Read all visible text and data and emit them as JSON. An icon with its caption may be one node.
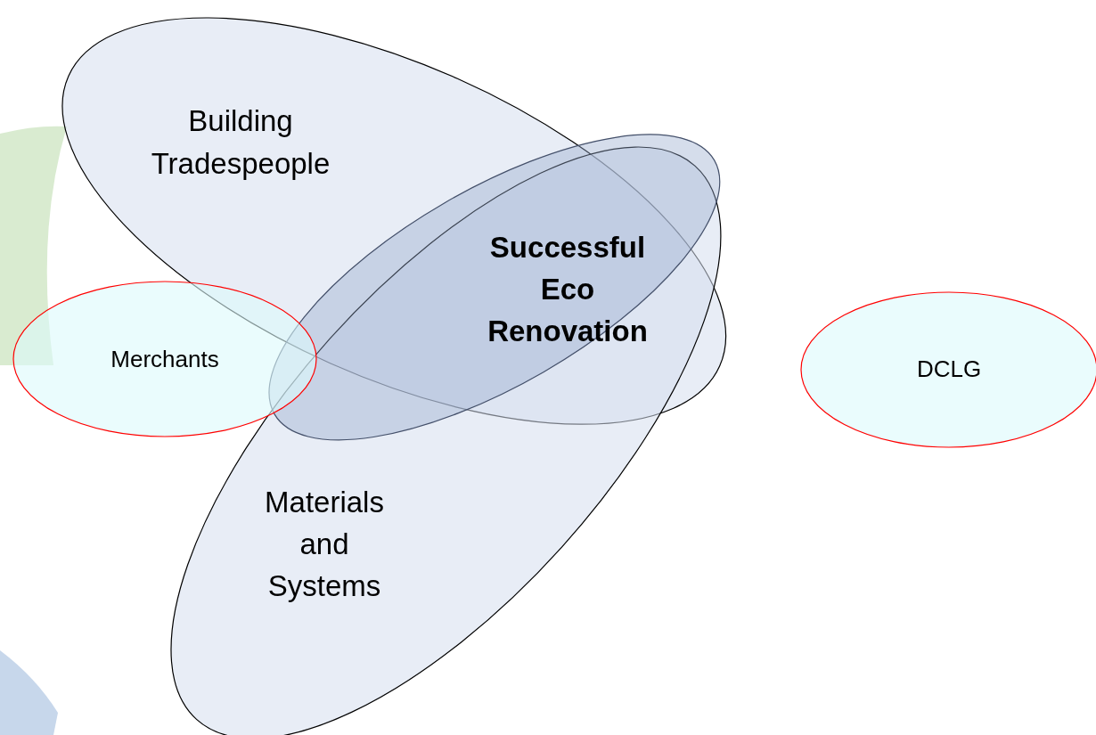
{
  "diagram": {
    "nodes": [
      {
        "text": [
          "Building Tradespeople"
        ]
      },
      {
        "text": [
          "Materials and Systems"
        ]
      },
      {
        "text": [
          "Successful Eco Renovation"
        ]
      },
      {
        "text": [
          "Merchants"
        ]
      },
      {
        "text": [
          "DCLG"
        ]
      }
    ],
    "edges": []
  }
}
